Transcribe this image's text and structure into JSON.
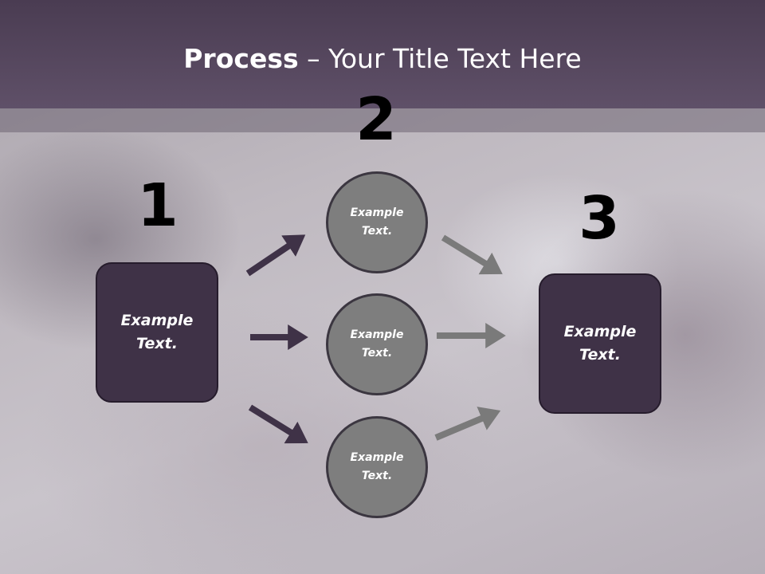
{
  "title": {
    "bold": "Process",
    "rest": " – Your Title Text Here"
  },
  "steps": [
    {
      "number": "1",
      "label": "Example Text."
    },
    {
      "number": "2",
      "labels": [
        "Example Text.",
        "Example Text.",
        "Example Text."
      ]
    },
    {
      "number": "3",
      "label": "Example Text."
    }
  ],
  "colors": {
    "header": "#5a4b63",
    "box": "#3f3247",
    "circle": "#7e7e7e",
    "arrow_dark": "#3f3247",
    "arrow_gray": "#7a7a7a"
  }
}
